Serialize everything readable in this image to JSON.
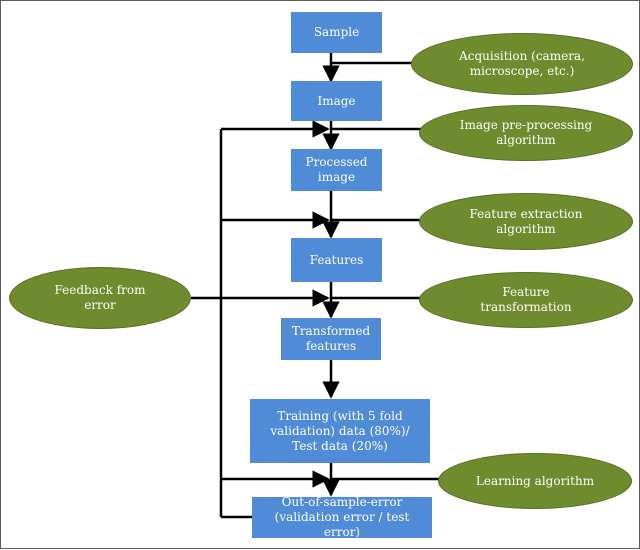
{
  "boxes": {
    "sample": "Sample",
    "image": "Image",
    "processed_image": "Processed\nimage",
    "features": "Features",
    "transformed_features": "Transformed\nfeatures",
    "training": "Training (with 5 fold\nvalidation) data (80%)/\nTest data (20%)",
    "out_of_sample_error": "Out-of-sample-error\n(validation error / test error)"
  },
  "ellipses": {
    "acquisition": "Acquisition (camera,\nmicroscope, etc.)",
    "preprocessing": "Image pre-processing\nalgorithm",
    "feature_extraction": "Feature extraction\nalgorithm",
    "feature_transformation": "Feature\ntransformation",
    "learning_algorithm": "Learning algorithm",
    "feedback": "Feedback from\nerror"
  },
  "colors": {
    "box_fill": "#4f8bd6",
    "ellipse_fill": "#6e8b2e",
    "arrow": "#000000"
  }
}
